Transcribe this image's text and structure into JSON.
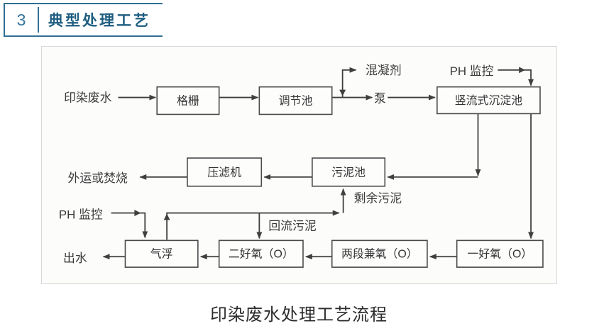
{
  "header": {
    "number": "3",
    "title": "典型处理工艺",
    "accent_color": "#2f6f93"
  },
  "figure": {
    "caption": "印染废水处理工艺流程",
    "border_color": "#d8d8d6",
    "line_color": "#3f3f3f",
    "diagram": {
      "nodes": [
        {
          "id": "screen-grid",
          "label": "格栅"
        },
        {
          "id": "regulating-tank",
          "label": "调节池"
        },
        {
          "id": "vertical-sedimentation-tank",
          "label": "竖流式沉淀池"
        },
        {
          "id": "filter-press",
          "label": "压滤机"
        },
        {
          "id": "sludge-tank",
          "label": "污泥池"
        },
        {
          "id": "air-flotation",
          "label": "气浮"
        },
        {
          "id": "second-aerobic",
          "label": "二好氧（O）"
        },
        {
          "id": "two-stage-facultative",
          "label": "两段兼氧（O）"
        },
        {
          "id": "first-aerobic",
          "label": "一好氧（O）"
        }
      ],
      "labels": [
        {
          "id": "influent",
          "text": "印染废水"
        },
        {
          "id": "coagulant",
          "text": "混凝剂"
        },
        {
          "id": "pump",
          "text": "泵"
        },
        {
          "id": "ph-monitor-top",
          "text": "PH 监控"
        },
        {
          "id": "offsite-or-incineration",
          "text": "外运或焚烧"
        },
        {
          "id": "excess-sludge",
          "text": "剩余污泥"
        },
        {
          "id": "ph-monitor-bottom",
          "text": "PH 监控"
        },
        {
          "id": "return-sludge",
          "text": "回流污泥"
        },
        {
          "id": "effluent",
          "text": "出水"
        }
      ]
    }
  }
}
